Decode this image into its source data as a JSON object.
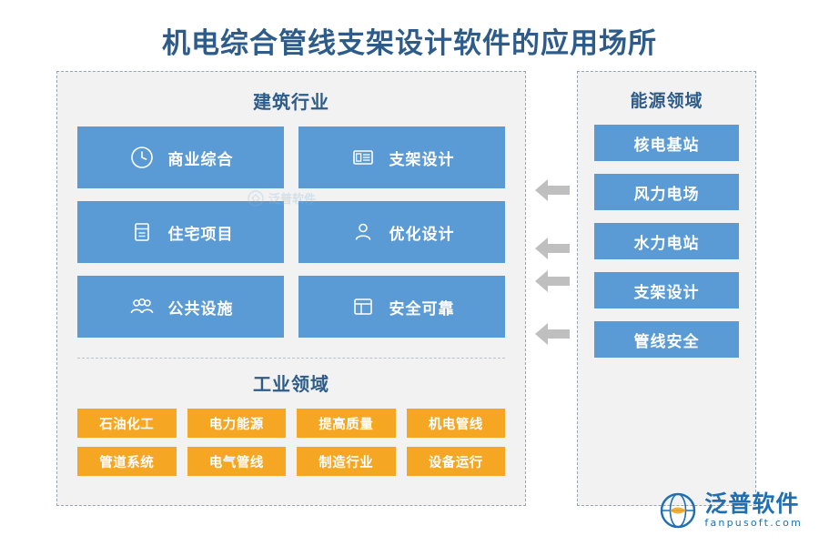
{
  "title": "机电综合管线支架设计软件的应用场所",
  "left_panel": {
    "heading": "建筑行业",
    "cards": [
      {
        "label": "商业综合",
        "icon": "clock-icon"
      },
      {
        "label": "支架设计",
        "icon": "card-list-icon"
      },
      {
        "label": "住宅项目",
        "icon": "document-icon"
      },
      {
        "label": "优化设计",
        "icon": "person-icon"
      },
      {
        "label": "公共设施",
        "icon": "people-group-icon"
      },
      {
        "label": "安全可靠",
        "icon": "window-icon"
      }
    ],
    "sub_heading": "工业领域",
    "tags": [
      "石油化工",
      "电力能源",
      "提高质量",
      "机电管线",
      "管道系统",
      "电气管线",
      "制造行业",
      "设备运行"
    ]
  },
  "right_panel": {
    "heading": "能源领域",
    "items": [
      "核电基站",
      "风力电场",
      "水力电站",
      "支架设计",
      "管线安全"
    ]
  },
  "arrows": {
    "count": 4,
    "direction": "left",
    "color": "#bfbfbf"
  },
  "watermark": {
    "text": "泛普软件"
  },
  "logo": {
    "main": "泛普软件",
    "sub": "fanpusoft.com"
  },
  "colors": {
    "title": "#2e5c8a",
    "card": "#5b9bd5",
    "tag": "#f5a623",
    "panel_bg": "#f2f2f2",
    "panel_border": "#9aa4ae",
    "arrow": "#bfbfbf",
    "logo": "#1f6fb2"
  }
}
